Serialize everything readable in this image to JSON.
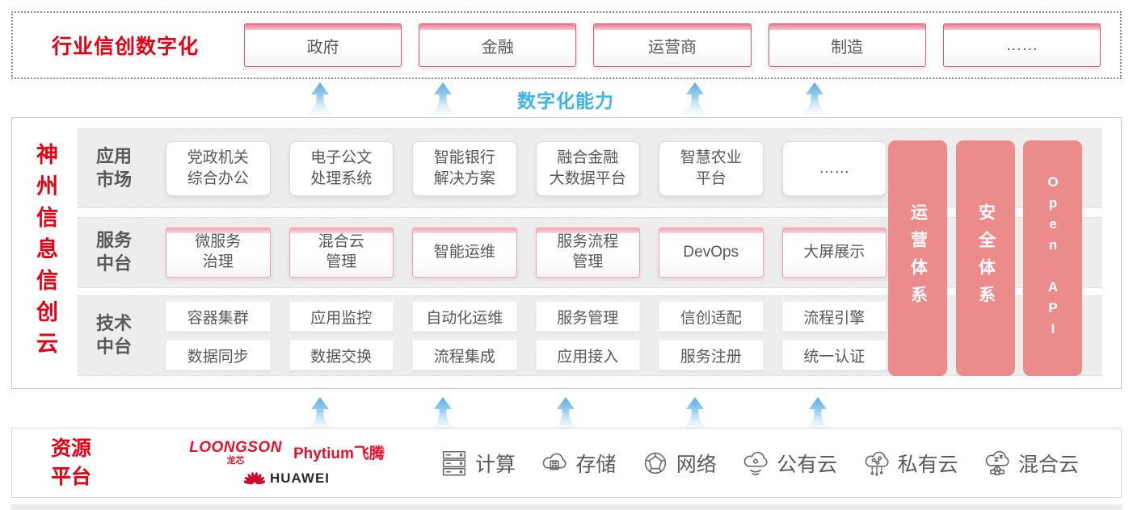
{
  "top_banner": {
    "label": "行业信创数字化",
    "industries": [
      "政府",
      "金融",
      "运营商",
      "制造",
      "……"
    ]
  },
  "capability": {
    "label": "数字化能力"
  },
  "platform": {
    "side_title": "神州信息信创云",
    "rows": [
      {
        "label": "应用\n市场",
        "items": [
          "党政机关\n综合办公",
          "电子公文\n处理系统",
          "智能银行\n解决方案",
          "融合金融\n大数据平台",
          "智慧农业\n平台",
          "……"
        ]
      },
      {
        "label": "服务\n中台",
        "items": [
          "微服务\n治理",
          "混合云\n管理",
          "智能运维",
          "服务流程\n管理",
          "DevOps",
          "大屏展示"
        ]
      },
      {
        "label": "技术\n中台",
        "items_top": [
          "容器集群",
          "应用监控",
          "自动化运维",
          "服务管理",
          "信创适配",
          "流程引擎"
        ],
        "items_bottom": [
          "数据同步",
          "数据交换",
          "流程集成",
          "应用接入",
          "服务注册",
          "统一认证"
        ]
      }
    ],
    "pillars": [
      "运营体系",
      "安全体系",
      "Open API"
    ]
  },
  "resources": {
    "label": "资源\n平台",
    "vendors": {
      "loongson": "LOONGSON",
      "loongson_sub": "龙芯",
      "phytium": "Phytium飞腾",
      "huawei": "HUAWEI"
    },
    "items": [
      {
        "icon": "compute-server-icon",
        "label": "计算"
      },
      {
        "icon": "storage-cloud-icon",
        "label": "存储"
      },
      {
        "icon": "network-globe-icon",
        "label": "网络"
      },
      {
        "icon": "public-cloud-icon",
        "label": "公有云"
      },
      {
        "icon": "private-cloud-icon",
        "label": "私有云"
      },
      {
        "icon": "hybrid-cloud-icon",
        "label": "混合云"
      }
    ]
  },
  "colors": {
    "accent_red": "#e60012",
    "industry_border": "#e05a72",
    "pillar_pink": "#ec8b8b",
    "capability_blue": "#3fb4e9",
    "text_gray": "#595757"
  }
}
